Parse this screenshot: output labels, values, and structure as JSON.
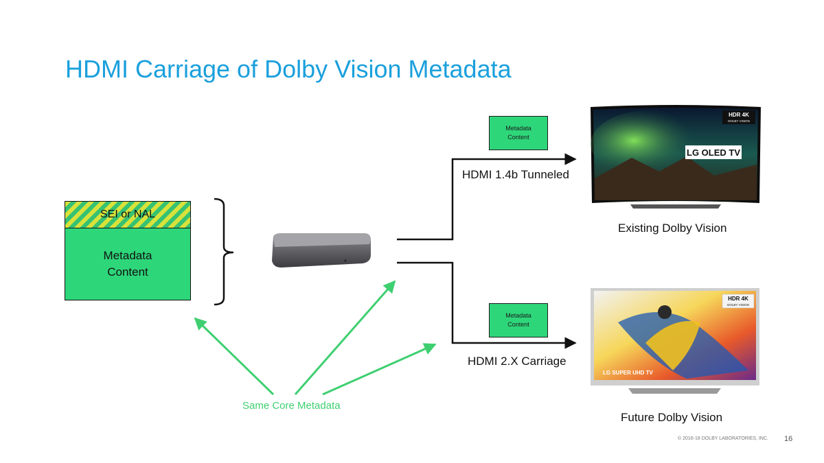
{
  "title": "HDMI Carriage of Dolby Vision Metadata",
  "stack": {
    "top_label": "SEI or NAL",
    "body_line1": "Metadata",
    "body_line2": "Content"
  },
  "meta_box_top": {
    "line1": "Metadata",
    "line2": "Content"
  },
  "meta_box_bottom": {
    "line1": "Metadata",
    "line2": "Content"
  },
  "path_top_label": "HDMI 1.4b Tunneled",
  "path_bottom_label": "HDMI 2.X Carriage",
  "tv_top": {
    "caption": "Existing Dolby Vision",
    "badge_line1": "HDR 4K",
    "badge_line2": "DOLBY VISION",
    "brand": "LG OLED TV"
  },
  "tv_bottom": {
    "caption": "Future Dolby Vision",
    "badge_line1": "HDR 4K",
    "badge_line2": "DOLBY VISION",
    "brand": "LG SUPER UHD TV"
  },
  "core_label": "Same Core Metadata",
  "footer": "© 2016-18 DOLBY LABORATORIES, INC.",
  "page_number": "16",
  "colors": {
    "title": "#1aa0dc",
    "metadata_green": "#2ed67a",
    "arrow_green": "#3ecf70"
  }
}
